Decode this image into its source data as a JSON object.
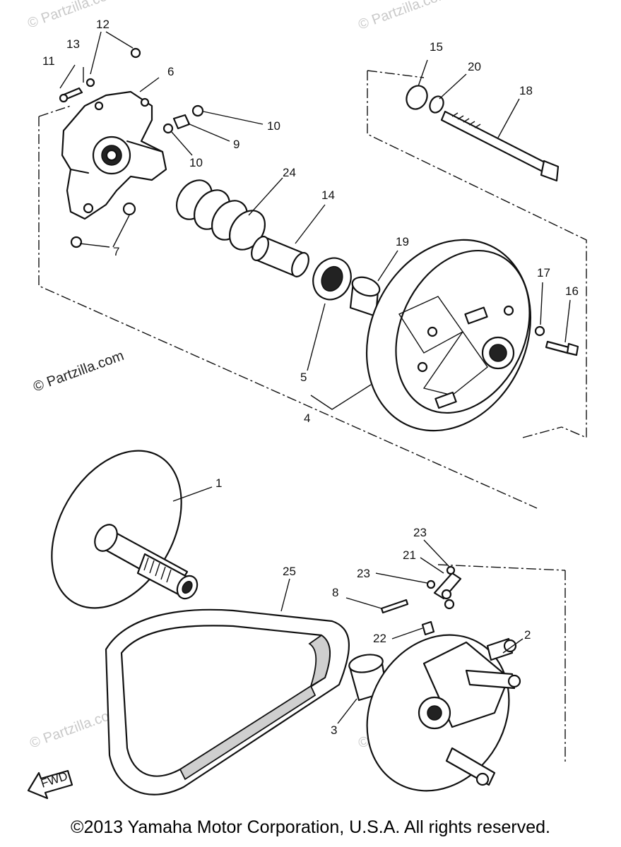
{
  "watermark": "© Partzilla.com",
  "fwd_label": "FWD",
  "copyright": "©2013 Yamaha Motor Corporation, U.S.A. All rights reserved.",
  "callouts": {
    "c1": "1",
    "c2": "2",
    "c3": "3",
    "c4": "4",
    "c5": "5",
    "c6": "6",
    "c7": "7",
    "c8": "8",
    "c9": "9",
    "c10a": "10",
    "c10b": "10",
    "c11": "11",
    "c12": "12",
    "c13": "13",
    "c14": "14",
    "c15": "15",
    "c16": "16",
    "c17": "17",
    "c18": "18",
    "c19": "19",
    "c20": "20",
    "c21": "21",
    "c22": "22",
    "c23a": "23",
    "c23b": "23",
    "c24": "24",
    "c25": "25"
  }
}
